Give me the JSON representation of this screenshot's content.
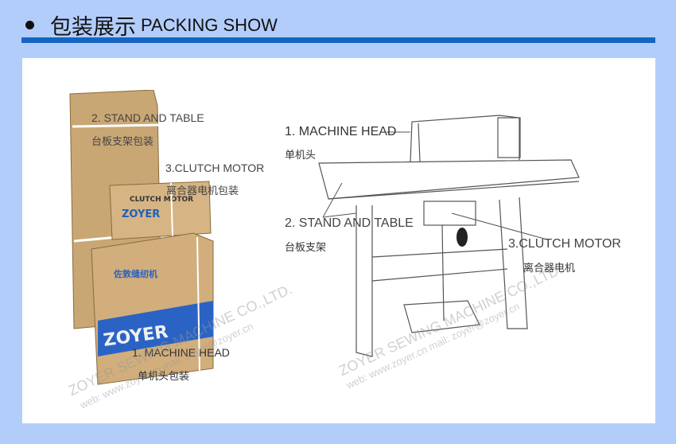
{
  "header": {
    "title_cn": "包装展示",
    "title_en": "PACKING SHOW"
  },
  "colors": {
    "background": "#b3cdfb",
    "accent_bar": "#1565c0",
    "panel": "#ffffff"
  },
  "left_photo": {
    "labels": [
      {
        "en": "2. STAND AND TABLE",
        "cn": "台板支架包装"
      },
      {
        "en": "3.CLUTCH MOTOR",
        "cn": "离合器电机包装"
      },
      {
        "en": "1. MACHINE HEAD",
        "cn": "单机头包装"
      }
    ],
    "box_texts": {
      "motor_box": "CLUTCH MOTOR",
      "brand": "ZOYER",
      "head_box_cn": "佐敦缝纫机"
    }
  },
  "right_diagram": {
    "labels": [
      {
        "en": "1. MACHINE HEAD",
        "cn": "单机头"
      },
      {
        "en": "2. STAND AND TABLE",
        "cn": "台板支架"
      },
      {
        "en": "3.CLUTCH MOTOR",
        "cn": "离合器电机"
      }
    ]
  },
  "watermark": {
    "company": "ZOYER SEWING MACHINE CO.,LTD.",
    "contact": "web: www.zoyer.cn   mail: zoyer@zoyer.cn"
  }
}
